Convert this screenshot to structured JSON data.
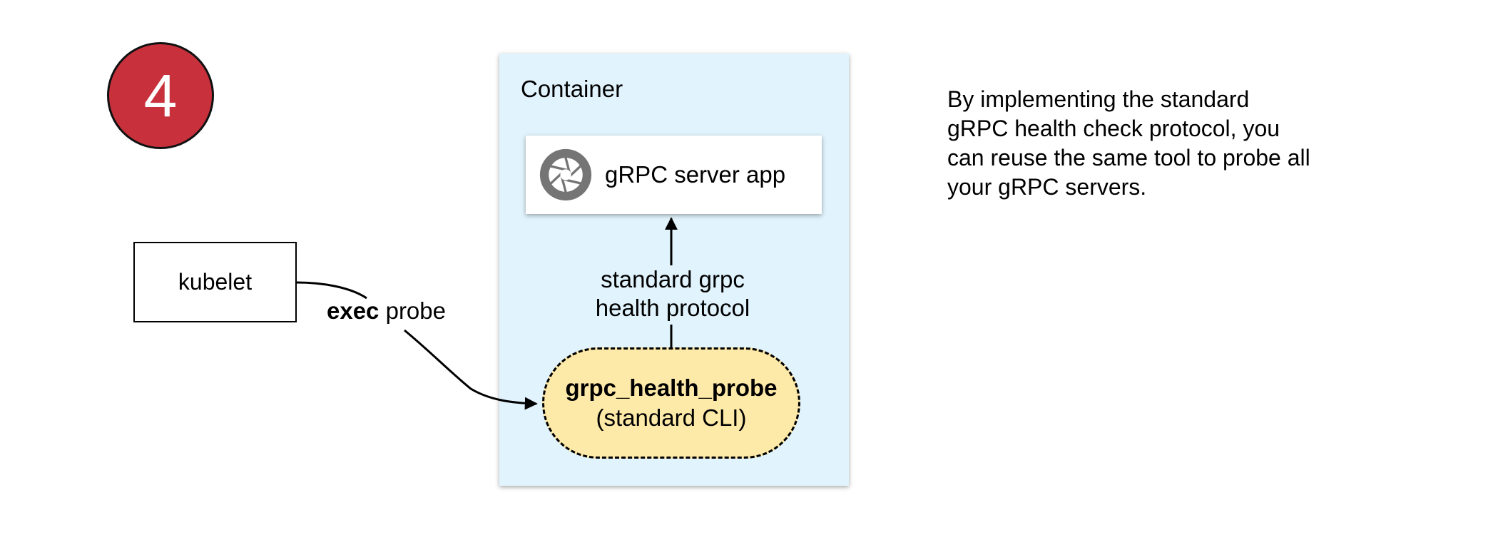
{
  "badge": {
    "number": "4",
    "color": "#c8313c"
  },
  "container": {
    "label": "Container",
    "background": "#e1f3fc"
  },
  "server": {
    "label": "gRPC server app",
    "icon": "aperture-icon"
  },
  "kubelet": {
    "label": "kubelet"
  },
  "exec_probe": {
    "bold": "exec",
    "rest": " probe"
  },
  "protocol": {
    "line1": "standard grpc",
    "line2": "health protocol"
  },
  "probe": {
    "name": "grpc_health_probe",
    "subtitle": "(standard CLI)",
    "fill": "#fde9a8"
  },
  "description": {
    "lines": [
      "By implementing the standard",
      "gRPC health check protocol, you",
      "can reuse the same tool to probe all",
      "your gRPC servers."
    ]
  }
}
